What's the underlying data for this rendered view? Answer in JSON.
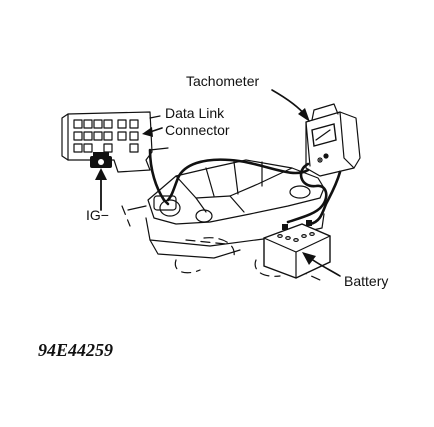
{
  "labels": {
    "tachometer": "Tachometer",
    "dlc_line1": "Data Link",
    "dlc_line2": "Connector",
    "ig": "IG−",
    "battery": "Battery"
  },
  "figure_code": "94E44259",
  "colors": {
    "ink": "#111111",
    "background": "#ffffff"
  }
}
